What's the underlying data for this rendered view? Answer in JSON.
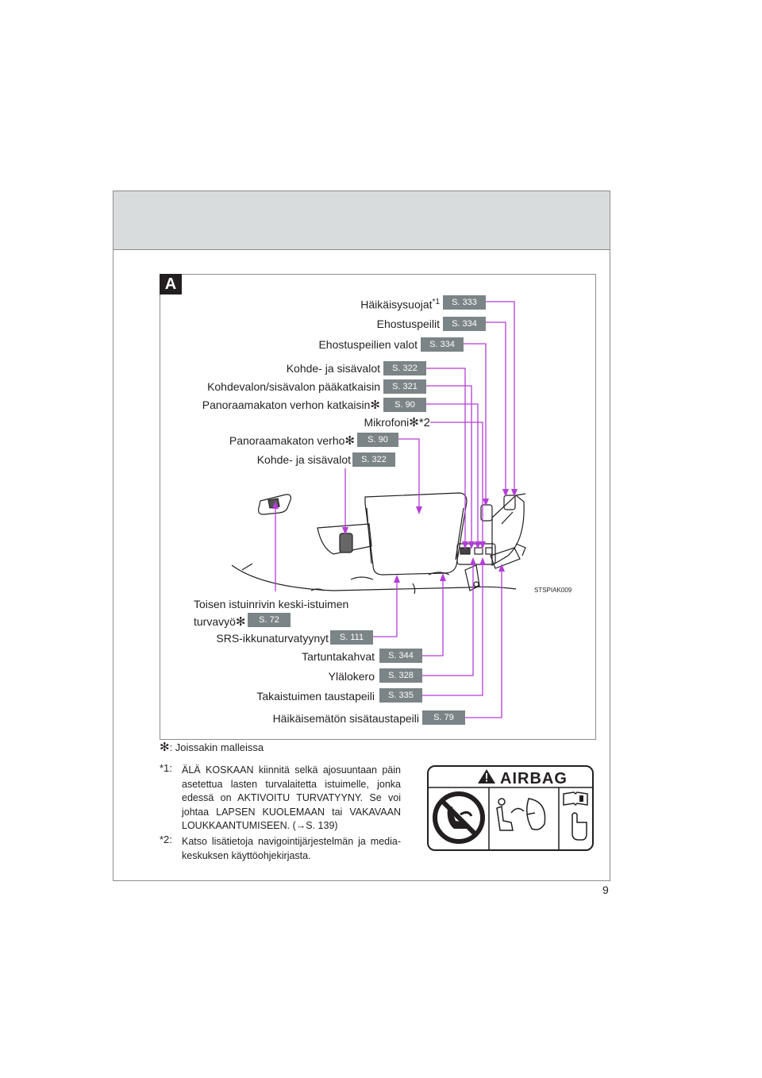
{
  "figure": {
    "letter": "A",
    "image_code": "STSPIAK009",
    "top_labels": [
      {
        "text": "Häikäisysuojat",
        "mark": "*1",
        "ref": "S. 333"
      },
      {
        "text": "Ehostuspeilit",
        "ref": "S. 334"
      },
      {
        "text": "Ehostuspeilien valot",
        "ref": "S. 334"
      },
      {
        "text": "Kohde- ja sisävalot",
        "ref": "S. 322"
      },
      {
        "text": "Kohdevalon/sisävalon pääkatkaisin",
        "ref": "S. 321"
      },
      {
        "text": "Panoraamakaton verhon katkaisin",
        "mark": "✻",
        "ref": "S. 90"
      },
      {
        "text": "Mikrofoni",
        "mark": "✻*2"
      },
      {
        "text": "Panoraamakaton verho",
        "mark": "✻",
        "ref": "S. 90"
      },
      {
        "text": "Kohde- ja sisävalot",
        "ref": "S. 322"
      }
    ],
    "bottom_labels": [
      {
        "text_line1": "Toisen istuinrivin keski-istuimen",
        "text_line2": "turvavyö",
        "mark": "✻",
        "ref": "S. 72"
      },
      {
        "text": "SRS-ikkunaturvatyynyt",
        "ref": "S. 111"
      },
      {
        "text": "Tartuntakahvat",
        "ref": "S. 344"
      },
      {
        "text": "Ylälokero",
        "ref": "S. 328"
      },
      {
        "text": "Takaistuimen taustapeili",
        "ref": "S. 335"
      },
      {
        "text": "Häikäisemätön sisätaustapeili",
        "ref": "S. 79"
      }
    ]
  },
  "footnotes": {
    "asterisk_note": {
      "mark": "✻",
      "text": ": Joissakin malleissa"
    },
    "note1": {
      "mark": "*1",
      "colon": ":",
      "text": "ÄLÄ KOSKAAN kiinnitä selkä ajosuuntaan päin asetettua lasten turvalaitetta istuimelle, jonka edessä on AKTIVOITU TURVATYYNY. Se voi johtaa LAPSEN KUOLEMAAN tai VAKAVAAN LOUKKAANTUMISEEN. (→S. 139)"
    },
    "note2": {
      "mark": "*2",
      "colon": ":",
      "text": "Katso lisätietoja navigointijärjestelmän ja media-keskuksen käyttöohjekirjasta."
    }
  },
  "airbag_label": {
    "title": "AIRBAG"
  },
  "page_number": "9",
  "colors": {
    "ref_badge": "#7b8487",
    "leader_line": "#b43ed8",
    "header_band": "#d9dcdc"
  }
}
